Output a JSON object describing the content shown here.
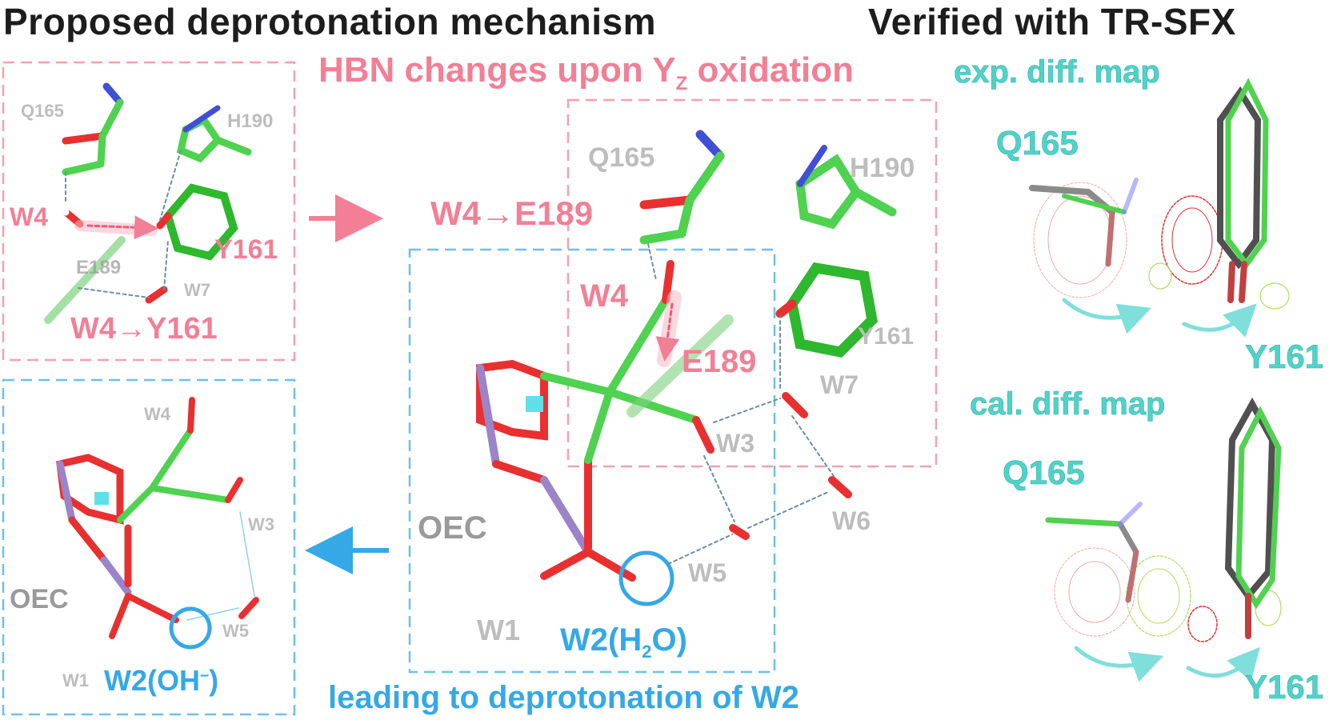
{
  "header": {
    "left_title": "Proposed deprotonation mechanism",
    "right_title": "Verified with TR-SFX"
  },
  "center": {
    "hbn_caption_prefix": "HBN changes upon Y",
    "hbn_caption_sub": "Z",
    "hbn_caption_suffix": " oxidation",
    "deprot_caption": "leading to deprotonation of W2",
    "w4_e189_label": "W4→E189",
    "labels": {
      "q165": "Q165",
      "h190": "H190",
      "w4": "W4",
      "e189": "E189",
      "y161": "Y161",
      "w7": "W7",
      "w3": "W3",
      "w6": "W6",
      "w5": "W5",
      "w1": "W1",
      "oec": "OEC",
      "w2_prefix": "W2(H",
      "w2_sub": "2",
      "w2_suffix": "O)"
    }
  },
  "top_left_panel": {
    "labels": {
      "q165": "Q165",
      "h190": "H190",
      "w4": "W4",
      "y161": "Y161",
      "e189": "E189",
      "w7": "W7",
      "w4_y161": "W4→Y161"
    }
  },
  "bottom_left_panel": {
    "labels": {
      "w4": "W4",
      "w3": "W3",
      "oec": "OEC",
      "w5": "W5",
      "w1": "W1",
      "w2_prefix": "W2(OH",
      "w2_sup": "–",
      "w2_suffix": ")"
    }
  },
  "right_panel": {
    "exp_title": "exp. diff. map",
    "cal_title": "cal. diff. map",
    "exp_q165": "Q165",
    "exp_y161": "Y161",
    "cal_q165": "Q165",
    "cal_y161": "Y161"
  },
  "colors": {
    "pink": "#f27f95",
    "blue": "#35a8e6",
    "teal": "#4fd3c9",
    "carbon": "#4fd24f",
    "oxygen": "#e83030",
    "nitrogen": "#3f4fd8",
    "manganese": "#9c84c8",
    "calcium": "#5fe0e8"
  }
}
